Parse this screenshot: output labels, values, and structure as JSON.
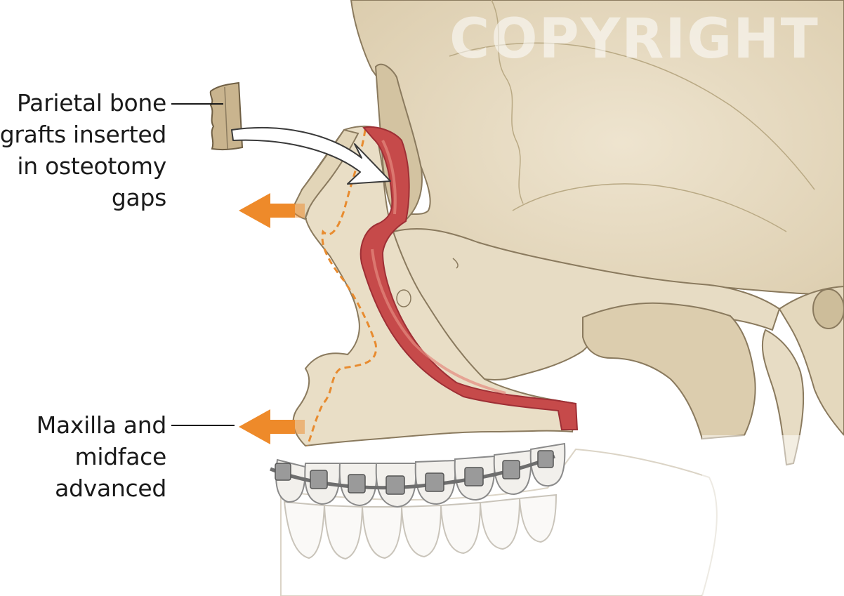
{
  "labels": {
    "grafts": [
      "Parietal bone",
      "grafts inserted",
      "in osteotomy",
      "gaps"
    ],
    "maxilla": [
      "Maxilla and",
      "midface",
      "advanced"
    ]
  },
  "watermark": "COPYRIGHT",
  "colors": {
    "bone": "#e7dcc4",
    "bone_shadow": "#d3c3a1",
    "bone_outline": "#8a7a5e",
    "graft_red": "#c64a4a",
    "graft_dark": "#9e2f35",
    "arrow_orange": "#ee8a2a",
    "osteotomy_line": "#e88b2f",
    "teeth": "#f2f0ec",
    "braces": "#7f7f7f",
    "label_text": "#1a1a1a"
  },
  "icons": {
    "advance_arrows": "orange-left-arrow",
    "insert_arrow": "white-curved-arrow"
  }
}
